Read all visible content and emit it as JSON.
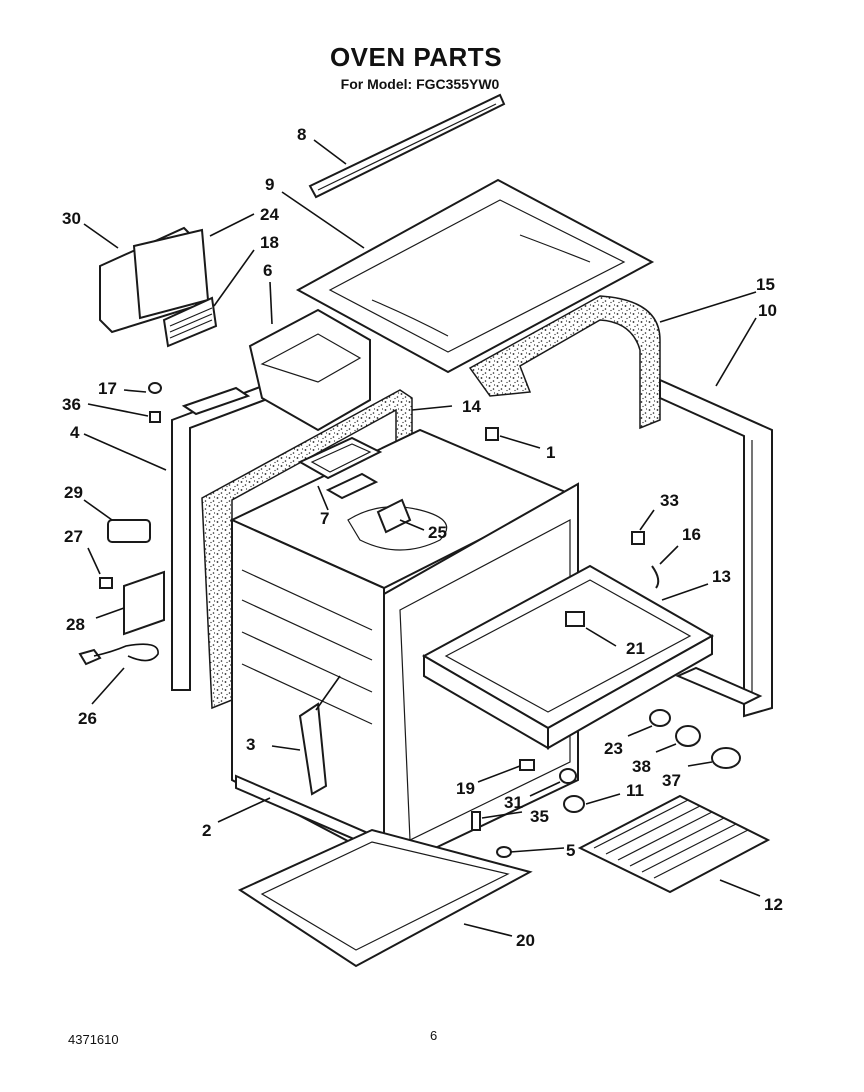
{
  "header": {
    "title": "OVEN PARTS",
    "model_line": "For Model: FGC355YW0"
  },
  "footer": {
    "doc_number": "4371610",
    "page_number": "6"
  },
  "callouts": [
    "1",
    "2",
    "3",
    "4",
    "5",
    "6",
    "7",
    "8",
    "9",
    "10",
    "11",
    "12",
    "13",
    "14",
    "15",
    "16",
    "17",
    "18",
    "19",
    "20",
    "21",
    "23",
    "24",
    "25",
    "26",
    "27",
    "28",
    "29",
    "30",
    "31",
    "33",
    "35",
    "36",
    "37",
    "38"
  ]
}
